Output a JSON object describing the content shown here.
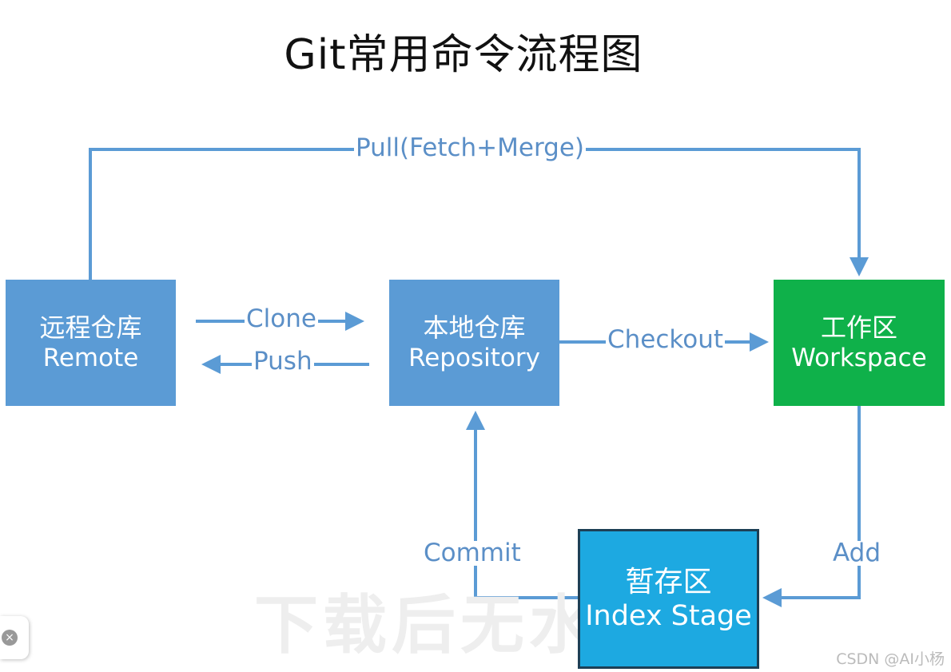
{
  "title": "Git常用命令流程图",
  "nodes": {
    "remote": {
      "zh": "远程仓库",
      "en": "Remote"
    },
    "repository": {
      "zh": "本地仓库",
      "en": "Repository"
    },
    "workspace": {
      "zh": "工作区",
      "en": "Workspace"
    },
    "stage": {
      "zh": "暂存区",
      "en": "Index Stage"
    }
  },
  "edges": {
    "pull": "Pull(Fetch+Merge)",
    "clone": "Clone",
    "push": "Push",
    "checkout": "Checkout",
    "commit": "Commit",
    "add": "Add"
  },
  "watermark": "下载后无水",
  "credit": "CSDN @AI小杨",
  "close_icon": "×",
  "colors": {
    "edge": "#5b9bd5",
    "remote": "#5b9bd5",
    "repository": "#5b9bd5",
    "workspace": "#0fb14a",
    "stage": "#1da9e1"
  }
}
